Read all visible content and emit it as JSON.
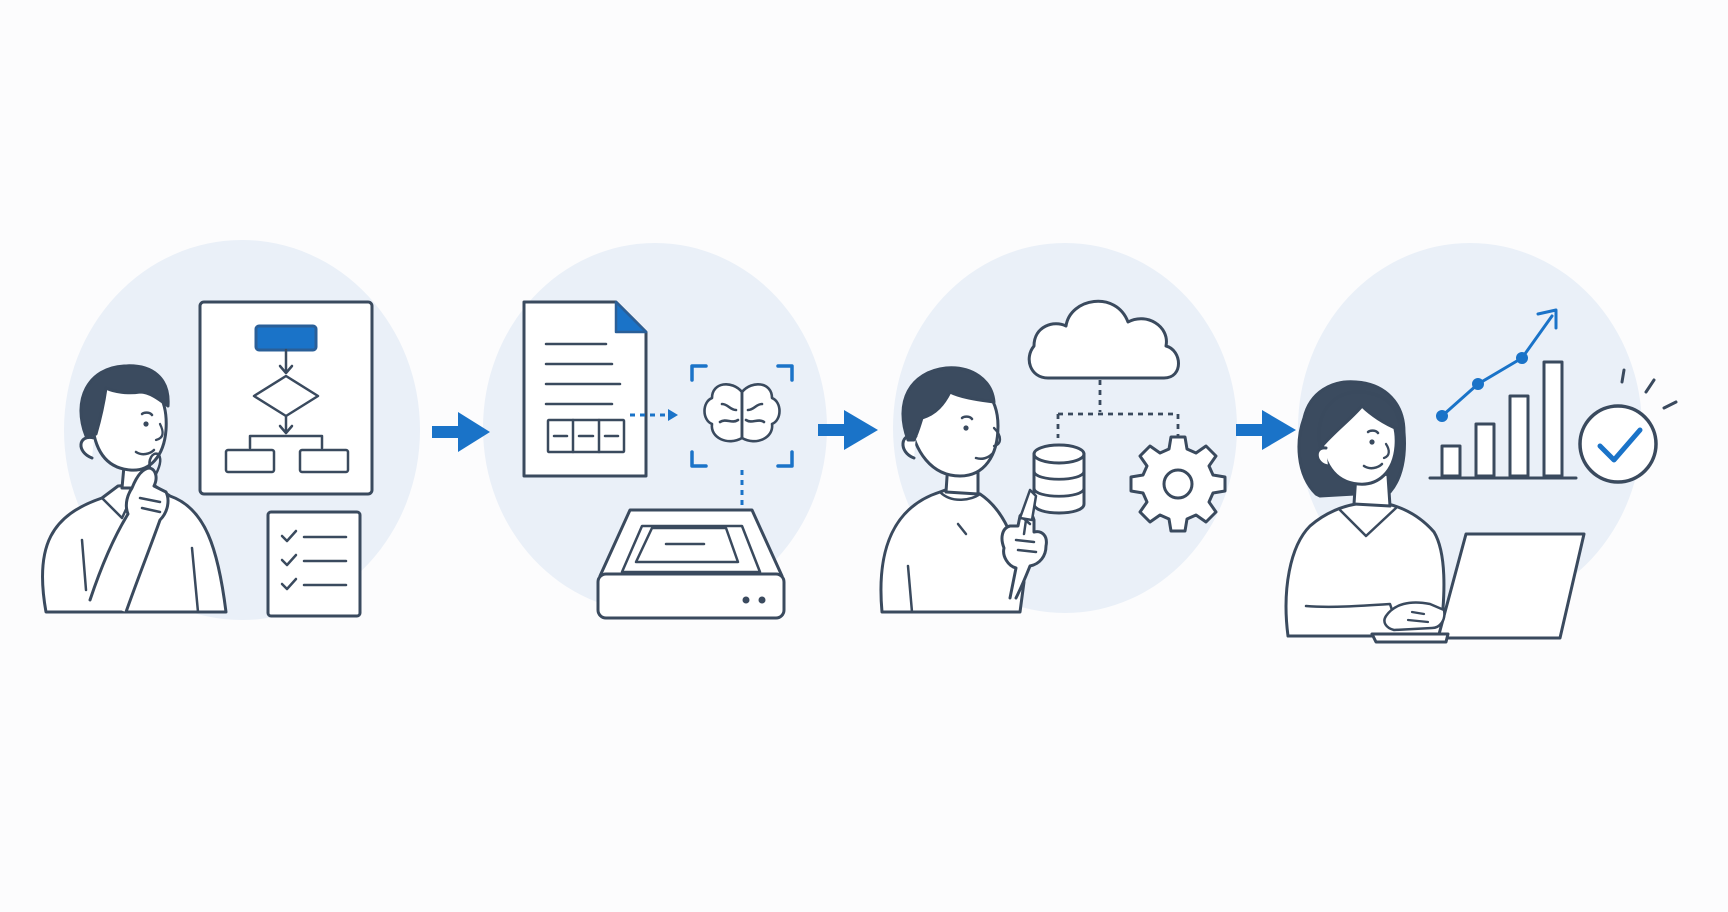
{
  "colors": {
    "background": "#fcfcfd",
    "bubble": "#eaf0f8",
    "line": "#3a4a5e",
    "accent": "#1a73c8",
    "hair": "#3b4b5f",
    "paper": "#ffffff"
  },
  "stages": [
    {
      "id": "plan",
      "person": "man-thinking",
      "icons": [
        "flowchart-icon",
        "checklist-icon"
      ]
    },
    {
      "id": "capture",
      "person": "none",
      "icons": [
        "document-icon",
        "ai-brain-icon",
        "scanner-icon"
      ]
    },
    {
      "id": "integrate",
      "person": "man-pointing",
      "icons": [
        "cloud-icon",
        "database-icon",
        "gear-icon"
      ]
    },
    {
      "id": "results",
      "person": "woman-laptop",
      "icons": [
        "growth-chart-icon",
        "check-badge-icon",
        "laptop-icon"
      ]
    }
  ],
  "connectors": [
    "arrow-right-icon",
    "arrow-right-icon",
    "arrow-right-icon"
  ]
}
